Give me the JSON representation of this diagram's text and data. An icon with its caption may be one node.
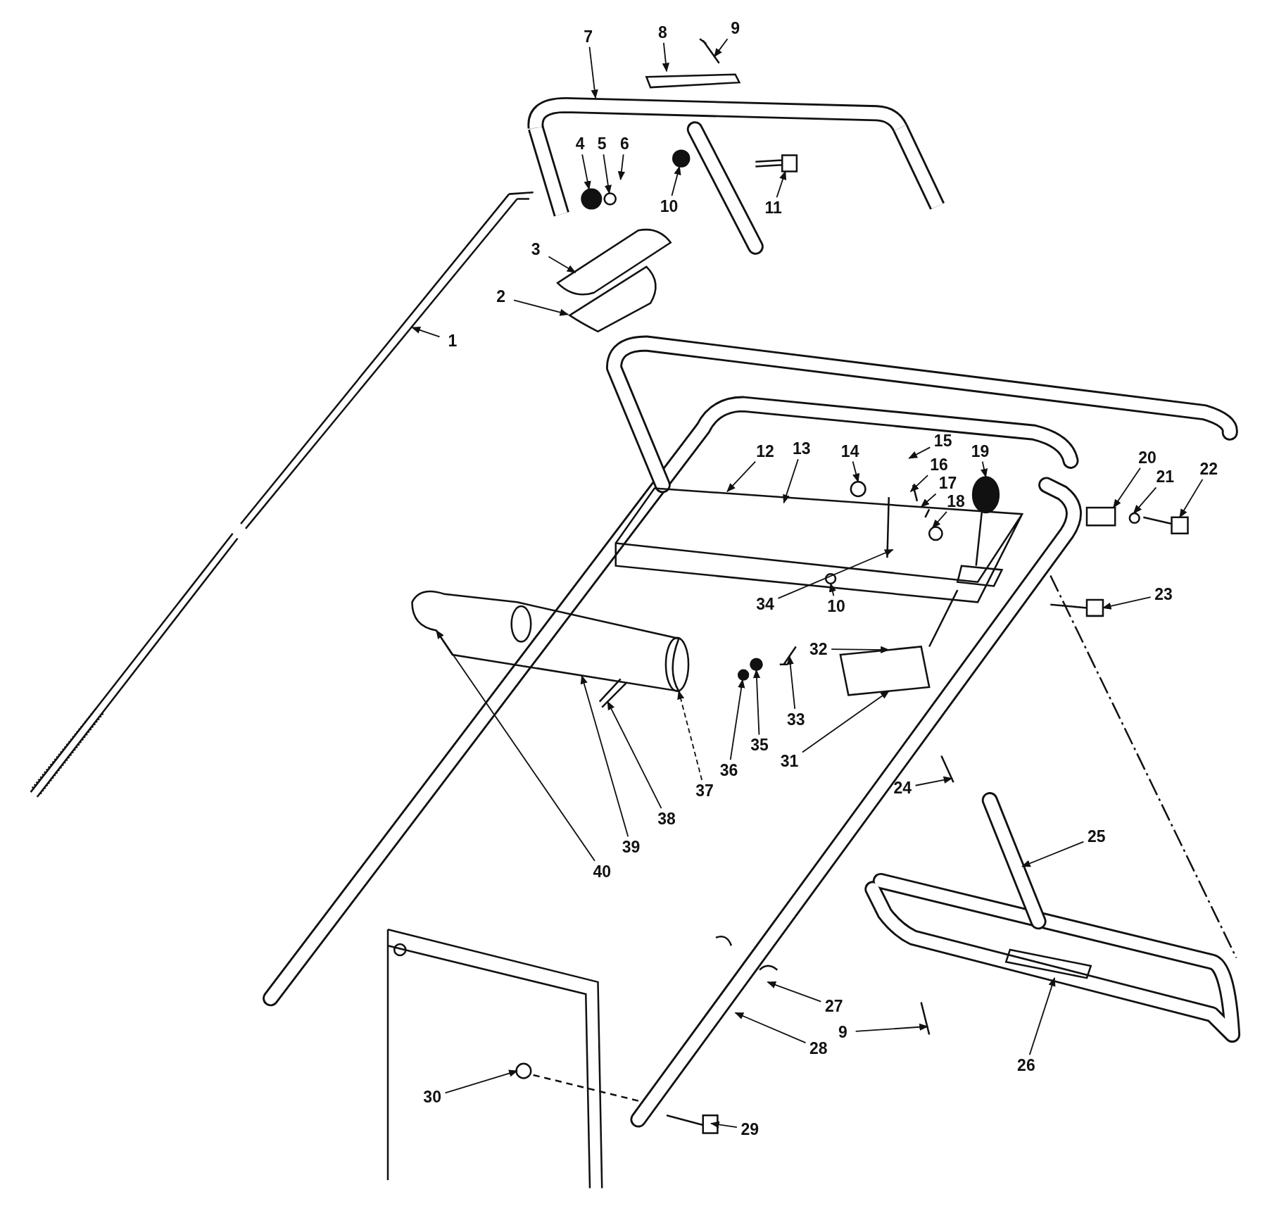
{
  "diagram": {
    "nodes": [
      {
        "text": [
          "7"
        ]
      },
      {
        "text": [
          "8"
        ]
      },
      {
        "text": [
          "9"
        ]
      },
      {
        "text": [
          "4"
        ]
      },
      {
        "text": [
          "5"
        ]
      },
      {
        "text": [
          "6"
        ]
      },
      {
        "text": [
          "10"
        ]
      },
      {
        "text": [
          "11"
        ]
      },
      {
        "text": [
          "3"
        ]
      },
      {
        "text": [
          "2"
        ]
      },
      {
        "text": [
          "1"
        ]
      },
      {
        "text": [
          "15"
        ]
      },
      {
        "text": [
          "19"
        ]
      },
      {
        "text": [
          "12"
        ]
      },
      {
        "text": [
          "13"
        ]
      },
      {
        "text": [
          "14"
        ]
      },
      {
        "text": [
          "20"
        ]
      },
      {
        "text": [
          "22"
        ]
      },
      {
        "text": [
          "16"
        ]
      },
      {
        "text": [
          "21"
        ]
      },
      {
        "text": [
          "17"
        ]
      },
      {
        "text": [
          "18"
        ]
      },
      {
        "text": [
          "23"
        ]
      },
      {
        "text": [
          "34"
        ]
      },
      {
        "text": [
          "10"
        ]
      },
      {
        "text": [
          "32"
        ]
      },
      {
        "text": [
          "33"
        ]
      },
      {
        "text": [
          "35"
        ]
      },
      {
        "text": [
          "31"
        ]
      },
      {
        "text": [
          "36"
        ]
      },
      {
        "text": [
          "24"
        ]
      },
      {
        "text": [
          "37"
        ]
      },
      {
        "text": [
          "38"
        ]
      },
      {
        "text": [
          "25"
        ]
      },
      {
        "text": [
          "39"
        ]
      },
      {
        "text": [
          "40"
        ]
      },
      {
        "text": [
          "27"
        ]
      },
      {
        "text": [
          "9"
        ]
      },
      {
        "text": [
          "28"
        ]
      },
      {
        "text": [
          "26"
        ]
      },
      {
        "text": [
          "30"
        ]
      },
      {
        "text": [
          "29"
        ]
      },
      {
        "text": [],
        "shape": "picture"
      },
      {
        "text": [],
        "shape": "circle"
      },
      {
        "text": [],
        "shape": "circle"
      },
      {
        "text": [],
        "shape": "circle"
      },
      {
        "text": [],
        "shape": "picture"
      },
      {
        "text": [],
        "shape": "picture"
      },
      {
        "text": [],
        "shape": "picture"
      },
      {
        "text": [],
        "shape": "circle"
      },
      {
        "text": [],
        "shape": "circle"
      },
      {
        "text": [],
        "shape": "circle"
      },
      {
        "text": [],
        "shape": "circle"
      },
      {
        "text": [],
        "shape": "picture"
      },
      {
        "text": [],
        "shape": "picture"
      },
      {
        "text": [],
        "shape": "picture"
      },
      {
        "text": [],
        "shape": "box"
      },
      {
        "text": [],
        "shape": "circle"
      },
      {
        "text": [],
        "shape": "circle"
      },
      {
        "text": [],
        "shape": "circle"
      },
      {
        "text": [],
        "shape": "picture"
      },
      {
        "text": [],
        "shape": "picture"
      },
      {
        "text": [],
        "shape": "picture"
      },
      {
        "text": [],
        "shape": "picture"
      },
      {
        "text": [],
        "shape": "circle"
      },
      {
        "text": [],
        "shape": "picture"
      }
    ],
    "edges": [
      {
        "from": 0,
        "to": 42,
        "arrow": "to"
      },
      {
        "from": 1,
        "to": null,
        "arrow": "to"
      },
      {
        "from": 2,
        "to": 48,
        "arrow": "to"
      },
      {
        "from": 3,
        "to": 43,
        "arrow": "to"
      },
      {
        "from": 4,
        "to": 44,
        "arrow": "to"
      },
      {
        "from": 5,
        "to": null,
        "arrow": "to"
      },
      {
        "from": 6,
        "to": 52,
        "arrow": "to"
      },
      {
        "from": 7,
        "to": 53,
        "arrow": "to"
      },
      {
        "from": 8,
        "to": 54,
        "arrow": "to"
      },
      {
        "from": 9,
        "to": 55,
        "arrow": "to"
      },
      {
        "from": 10,
        "to": null,
        "arrow": "to"
      },
      {
        "from": 11,
        "to": null,
        "arrow": "to"
      },
      {
        "from": 12,
        "to": 45,
        "arrow": "to"
      },
      {
        "from": 13,
        "to": null,
        "arrow": "to"
      },
      {
        "from": 14,
        "to": null,
        "arrow": "to"
      },
      {
        "from": 15,
        "to": 49,
        "arrow": "to"
      },
      {
        "from": 16,
        "to": 56,
        "arrow": "to"
      },
      {
        "from": 17,
        "to": 46,
        "arrow": "to"
      },
      {
        "from": 18,
        "to": null,
        "arrow": "to"
      },
      {
        "from": 19,
        "to": 57,
        "arrow": "to"
      },
      {
        "from": 20,
        "to": null,
        "arrow": "to"
      },
      {
        "from": 21,
        "to": 50,
        "arrow": "to"
      },
      {
        "from": 22,
        "to": 60,
        "arrow": "to"
      },
      {
        "from": 23,
        "to": null,
        "arrow": "to"
      },
      {
        "from": 24,
        "to": 51,
        "arrow": "to"
      },
      {
        "from": 25,
        "to": 62,
        "arrow": "to"
      },
      {
        "from": 26,
        "to": 47,
        "arrow": "to"
      },
      {
        "from": 27,
        "to": 58,
        "arrow": "to"
      },
      {
        "from": 28,
        "to": 62,
        "arrow": "to"
      },
      {
        "from": 29,
        "to": 59,
        "arrow": "to"
      },
      {
        "from": 30,
        "to": 61,
        "arrow": "to"
      },
      {
        "from": 31,
        "to": 64,
        "arrow": "to",
        "style": "dashed"
      },
      {
        "from": 32,
        "to": 63,
        "arrow": "to"
      },
      {
        "from": 33,
        "to": null,
        "arrow": "to"
      },
      {
        "from": 34,
        "to": 65,
        "arrow": "to"
      },
      {
        "from": 35,
        "to": 65,
        "arrow": "to"
      },
      {
        "from": 36,
        "to": null,
        "arrow": "to"
      },
      {
        "from": 37,
        "to": null,
        "arrow": "to"
      },
      {
        "from": 38,
        "to": null,
        "arrow": "to"
      },
      {
        "from": 39,
        "to": null,
        "arrow": "to"
      },
      {
        "from": 40,
        "to": null,
        "arrow": "to"
      },
      {
        "from": 41,
        "to": null,
        "arrow": "to"
      }
    ]
  }
}
